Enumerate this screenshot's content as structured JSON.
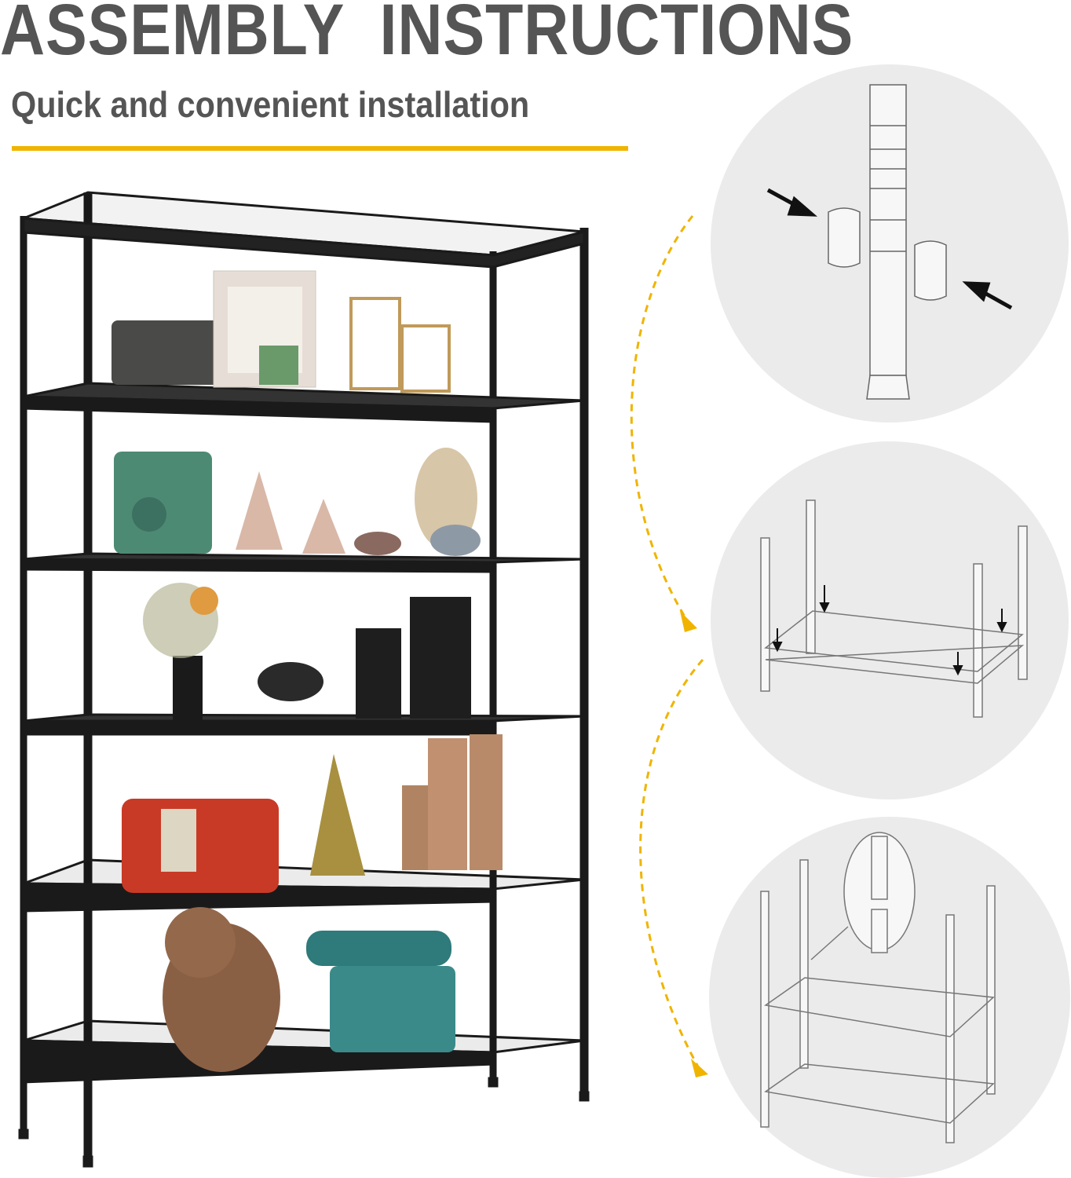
{
  "header": {
    "title": "ASSEMBLY  INSTRUCTIONS",
    "subtitle": "Quick and convenient installation"
  },
  "colors": {
    "title_text": "#555555",
    "accent_rule": "#f0b400",
    "dashed_arrows": "#f0b400",
    "circle_bg": "#ebebeb",
    "shelf_metal": "#1a1a1a"
  },
  "steps": [
    {
      "icon": "pole-sleeve-clip-diagram"
    },
    {
      "icon": "shelf-insert-poles-diagram"
    },
    {
      "icon": "pole-screw-extension-diagram"
    }
  ],
  "product": {
    "icon": "six-tier-black-wire-shelf-photo",
    "tiers": 6
  }
}
